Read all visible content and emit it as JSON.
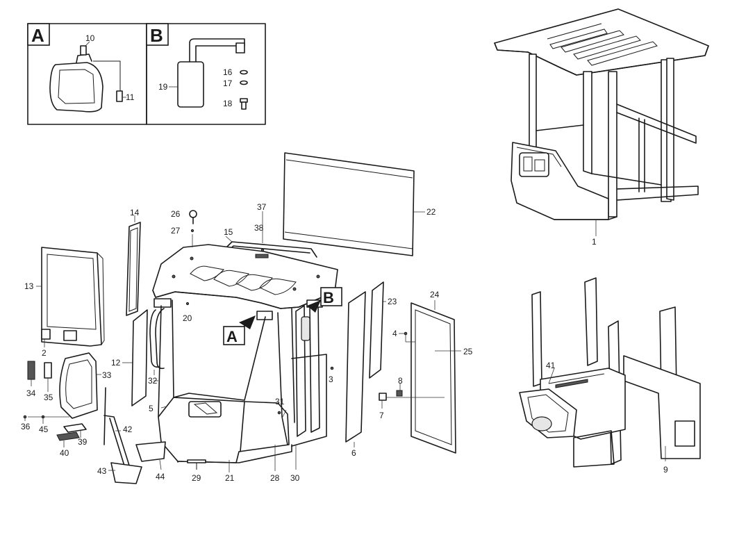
{
  "callouts": {
    "detail_a": "A",
    "detail_b": "B",
    "view_a": "A",
    "view_b": "B"
  },
  "part_numbers": {
    "p1": "1",
    "p2": "2",
    "p3": "3",
    "p4": "4",
    "p5": "5",
    "p6": "6",
    "p7": "7",
    "p8": "8",
    "p9": "9",
    "p10": "10",
    "p11": "11",
    "p12": "12",
    "p13": "13",
    "p14": "14",
    "p15": "15",
    "p16": "16",
    "p17": "17",
    "p18": "18",
    "p19": "19",
    "p20": "20",
    "p21": "21",
    "p22": "22",
    "p23": "23",
    "p24": "24",
    "p25": "25",
    "p26": "26",
    "p27": "27",
    "p28": "28",
    "p29": "29",
    "p30": "30",
    "p31": "31",
    "p32": "32",
    "p33": "33",
    "p34": "34",
    "p35": "35",
    "p36": "36",
    "p37": "37",
    "p38": "38",
    "p39": "39",
    "p40": "40",
    "p41": "41",
    "p42": "42",
    "p43": "43",
    "p44": "44",
    "p45": "45"
  },
  "colors": {
    "line": "#1a1a1a",
    "background": "#ffffff",
    "shade": "#e6e6e6"
  }
}
